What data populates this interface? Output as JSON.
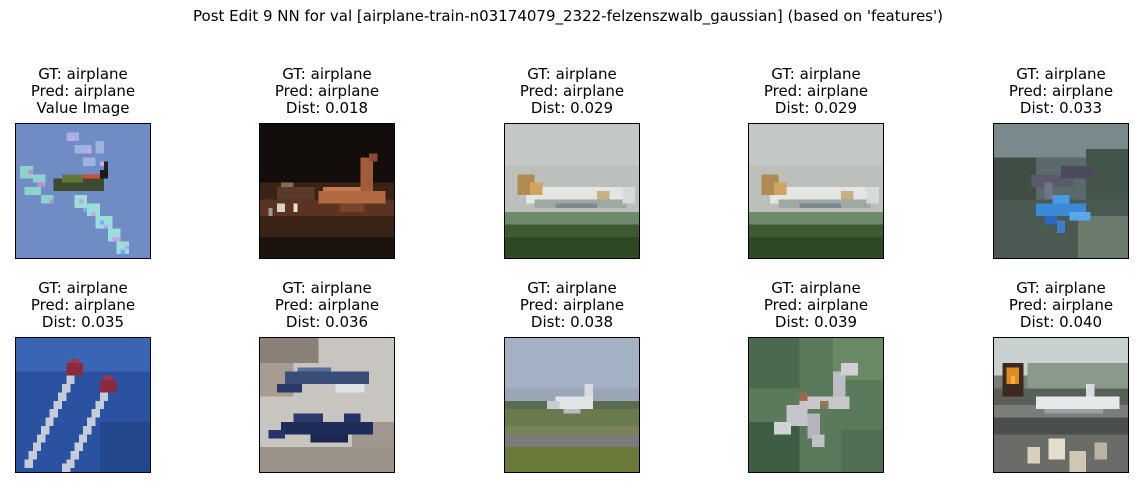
{
  "figure": {
    "title": "Post Edit 9 NN for val [airplane-train-n03174079_2322-felzenszwalb_gaussian] (based on 'features')"
  },
  "panels": [
    {
      "gt": "GT: airplane",
      "pred": "Pred: airplane",
      "info": "Value Image"
    },
    {
      "gt": "GT: airplane",
      "pred": "Pred: airplane",
      "info": "Dist: 0.018"
    },
    {
      "gt": "GT: airplane",
      "pred": "Pred: airplane",
      "info": "Dist: 0.029"
    },
    {
      "gt": "GT: airplane",
      "pred": "Pred: airplane",
      "info": "Dist: 0.029"
    },
    {
      "gt": "GT: airplane",
      "pred": "Pred: airplane",
      "info": "Dist: 0.033"
    },
    {
      "gt": "GT: airplane",
      "pred": "Pred: airplane",
      "info": "Dist: 0.035"
    },
    {
      "gt": "GT: airplane",
      "pred": "Pred: airplane",
      "info": "Dist: 0.036"
    },
    {
      "gt": "GT: airplane",
      "pred": "Pred: airplane",
      "info": "Dist: 0.038"
    },
    {
      "gt": "GT: airplane",
      "pred": "Pred: airplane",
      "info": "Dist: 0.039"
    },
    {
      "gt": "GT: airplane",
      "pred": "Pred: airplane",
      "info": "Dist: 0.040"
    }
  ]
}
